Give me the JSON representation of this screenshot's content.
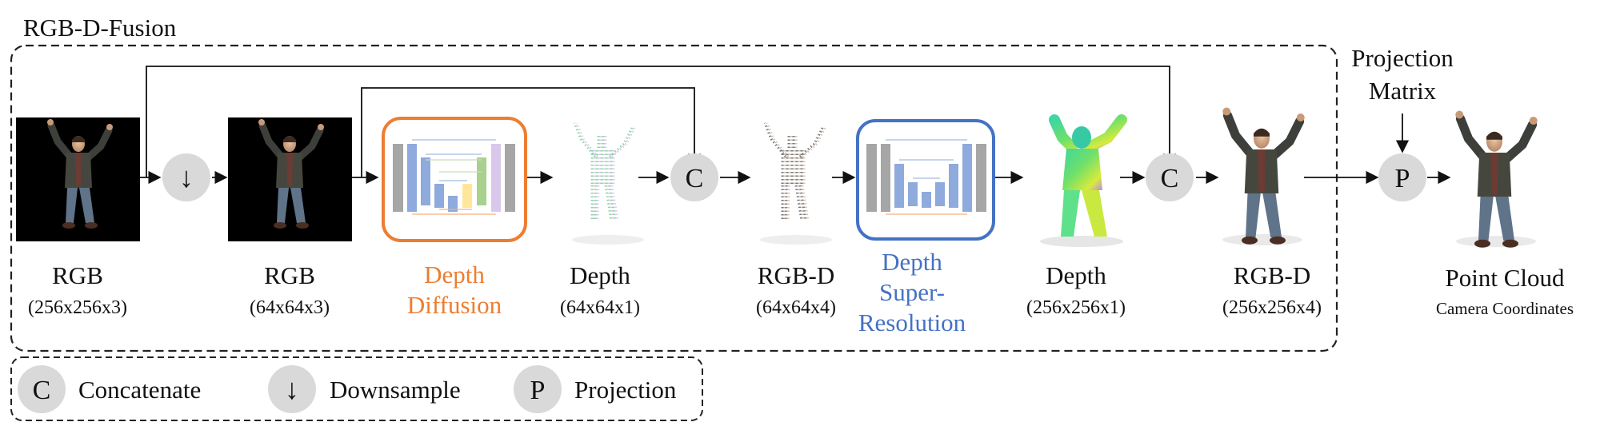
{
  "title": "RGB-D-Fusion",
  "colors": {
    "orange": "#ED7D31",
    "blue": "#4472C4",
    "node_gray": "#D9D9D9",
    "unet_gray": "#A6A6A6",
    "unet_blue": "#8FAADC"
  },
  "stages": {
    "rgb_in": {
      "name": "RGB",
      "dims": "(256x256x3)"
    },
    "rgb_low": {
      "name": "RGB",
      "dims": "(64x64x3)"
    },
    "depth_diffusion": {
      "line1": "Depth",
      "line2": "Diffusion"
    },
    "depth_low": {
      "name": "Depth",
      "dims": "(64x64x1)"
    },
    "rgbd_low": {
      "name": "RGB-D",
      "dims": "(64x64x4)"
    },
    "depth_sr": {
      "line1": "Depth",
      "line2": "Super-",
      "line3": "Resolution"
    },
    "depth_high": {
      "name": "Depth",
      "dims": "(256x256x1)"
    },
    "rgbd_high": {
      "name": "RGB-D",
      "dims": "(256x256x4)"
    },
    "point_cloud": {
      "name": "Point Cloud",
      "sub": "Camera Coordinates"
    }
  },
  "projection_matrix": {
    "line1": "Projection",
    "line2": "Matrix"
  },
  "nodes": {
    "downsample": "↓",
    "concat_1": "C",
    "concat_2": "C",
    "projection": "P"
  },
  "legend": [
    {
      "symbol": "C",
      "label": "Concatenate"
    },
    {
      "symbol": "↓",
      "label": "Downsample"
    },
    {
      "symbol": "P",
      "label": "Projection"
    }
  ]
}
